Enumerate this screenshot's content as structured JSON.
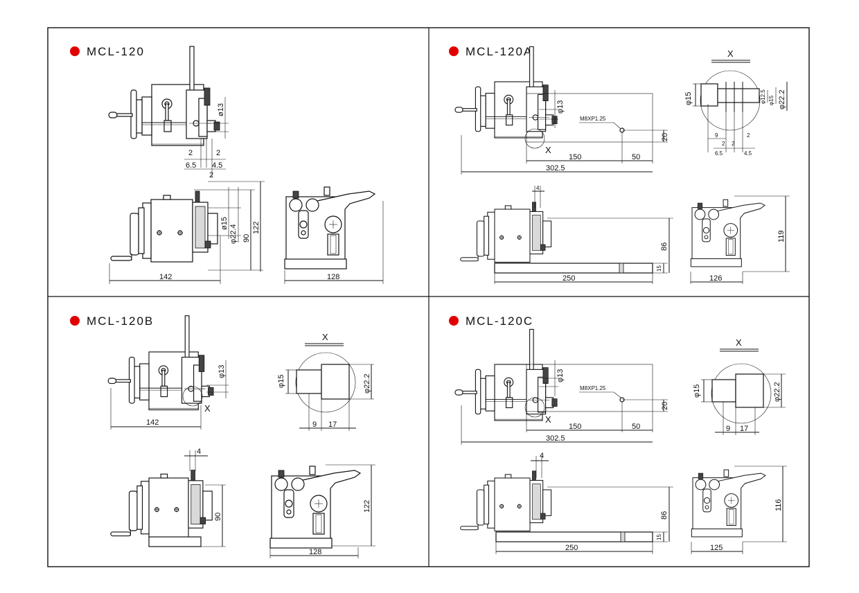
{
  "marker_color": "#e00000",
  "panels": [
    {
      "title": "MCL-120",
      "dims": [
        "ø13",
        "2",
        "2",
        "6.5",
        "4.5",
        "2",
        "ø15",
        "φ22.4",
        "90",
        "122",
        "142",
        "128"
      ]
    },
    {
      "title": "MCL-120A",
      "dims": [
        "φ13",
        "M8XP1.25",
        "20",
        "X",
        "150",
        "50",
        "302.5",
        "4",
        "86",
        "15",
        "250",
        "119",
        "126"
      ],
      "detail": {
        "label": "X",
        "dims": [
          "φ15",
          "φ12.5",
          "φ15",
          "φ22.2",
          "9",
          "2",
          "2",
          "2",
          "6.5",
          "4.5"
        ]
      }
    },
    {
      "title": "MCL-120B",
      "dims": [
        "φ13",
        "X",
        "142",
        "4",
        "90",
        "122",
        "128"
      ],
      "detail": {
        "label": "X",
        "dims": [
          "φ15",
          "φ22.2",
          "9",
          "17"
        ]
      }
    },
    {
      "title": "MCL-120C",
      "dims": [
        "φ13",
        "M8XP1.25",
        "20",
        "X",
        "150",
        "50",
        "302.5",
        "4",
        "86",
        "15",
        "250",
        "116",
        "125"
      ],
      "detail": {
        "label": "X",
        "dims": [
          "φ15",
          "φ22.2",
          "9",
          "17"
        ]
      }
    }
  ]
}
